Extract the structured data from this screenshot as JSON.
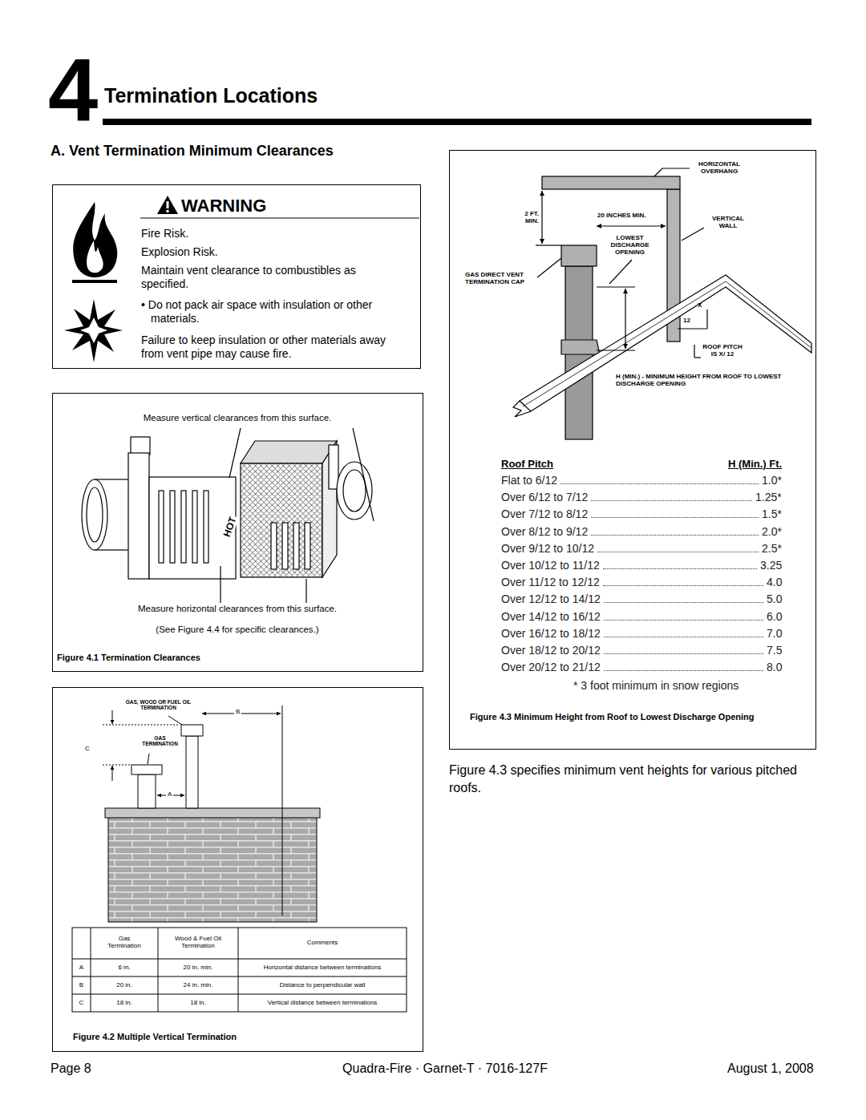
{
  "diagram": {
    "title": "Termination Locations",
    "nodes": [
      {
        "text": [
          "WARNING",
          "Fire Risk.",
          "Explosion Risk.",
          "Maintain vent clearance to combustibles as specified.",
          "• Do not pack air space with insulation or other materials.",
          "Failure to keep insulation or other materials away from vent pipe may cause fire."
        ]
      },
      {
        "text": [
          "Measure vertical clearances from this surface.",
          "Measure horizontal clearances from this surface.",
          "(See Figure 4.4 for specific clearances.)",
          "Figure 4.1 Termination Clearances"
        ]
      },
      {
        "text": [
          "Figure 4.2 Multiple Vertical Termination"
        ]
      },
      {
        "text": [
          "Figure 4.3 Minimum Height from Roof to Lowest Discharge Opening"
        ]
      }
    ],
    "labels": [
      "4",
      "A. Vent Termination Minimum Clearances",
      "HOT",
      "GAS, WOOD OR FUEL OIL TERMINATION",
      "B",
      "C",
      "GAS TERMINATION",
      "A",
      "Gas Termination",
      "Wood & Fuel Oil Termination",
      "Comments",
      "A",
      "6 in.",
      "20 in. min.",
      "Horizontal distance between terminations",
      "B",
      "20 in.",
      "24 in. min.",
      "Distance to perpendicular wall",
      "C",
      "18 in.",
      "18 in.",
      "Vertical distance between terminations",
      "HORIZONTAL OVERHANG",
      "2 FT. MIN.",
      "20 INCHES MIN.",
      "VERTICAL WALL",
      "LOWEST DISCHARGE OPENING",
      "GAS DIRECT VENT TERMINATION CAP",
      "X",
      "12",
      "ROOF PITCH IS X/ 12",
      "H (MIN.) - MINIMUM HEIGHT FROM ROOF TO LOWEST DISCHARGE OPENING",
      "Roof Pitch",
      "H (Min.) Ft.",
      "Flat to 6/12",
      "1.0*",
      "Over 6/12 to 7/12",
      "1.25*",
      "Over 7/12 to 8/12",
      "1.5*",
      "Over 8/12 to 9/12",
      "2.0*",
      "Over 9/12 to 10/12",
      "2.5*",
      "Over 10/12 to 11/12",
      "3.25",
      "Over 11/12 to 12/12",
      "4.0",
      "Over 12/12 to 14/12",
      "5.0",
      "Over 14/12 to 16/12",
      "6.0",
      "Over 16/12 to 18/12",
      "7.0",
      "Over 18/12 to 20/12",
      "7.5",
      "Over 20/12 to 21/12",
      "8.0",
      "* 3 foot minimum in snow regions",
      "Figure 4.3 specifies minimum vent heights for various pitched roofs.",
      "Page 8",
      "Quadra-Fire · Garnet-T · 7016-127F",
      "August 1, 2008"
    ]
  }
}
